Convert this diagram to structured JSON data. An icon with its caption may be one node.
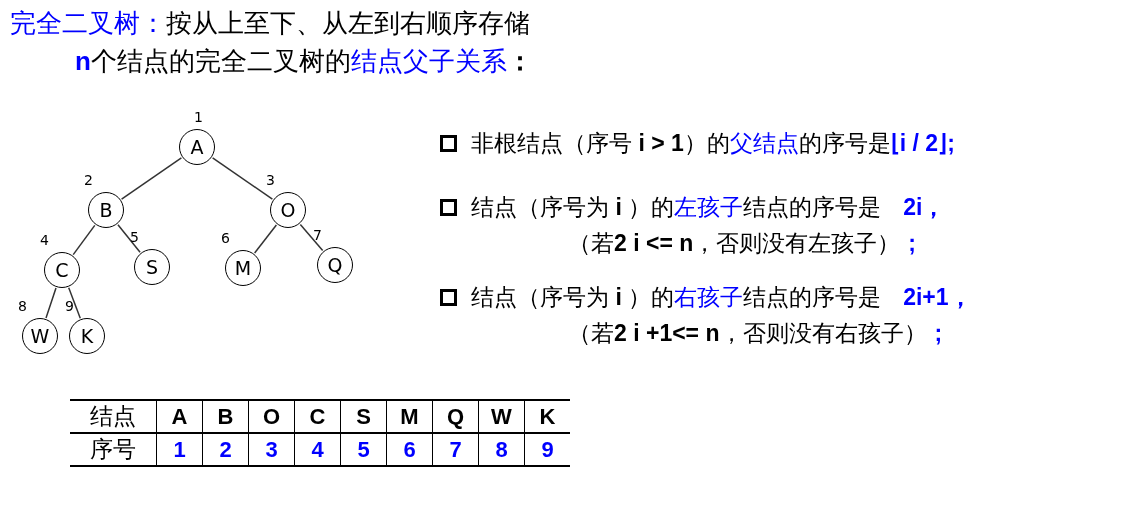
{
  "diagram": {
    "nodes": [
      {
        "text": [
          "A"
        ],
        "beside": [
          "1"
        ]
      },
      {
        "text": [
          "B"
        ],
        "beside": [
          "2"
        ]
      },
      {
        "text": [
          "O"
        ],
        "beside": [
          "3"
        ]
      },
      {
        "text": [
          "C"
        ],
        "beside": [
          "4"
        ]
      },
      {
        "text": [
          "S"
        ],
        "beside": [
          "5"
        ]
      },
      {
        "text": [
          "M"
        ],
        "beside": [
          "6"
        ]
      },
      {
        "text": [
          "Q"
        ],
        "beside": [
          "7"
        ]
      },
      {
        "text": [
          "W"
        ],
        "beside": [
          "8"
        ]
      },
      {
        "text": [
          "K"
        ],
        "beside": [
          "9"
        ]
      }
    ],
    "edges": [
      {
        "from": 0,
        "to": 1,
        "arrow": "none"
      },
      {
        "from": 0,
        "to": 2,
        "arrow": "none"
      },
      {
        "from": 1,
        "to": 3,
        "arrow": "none"
      },
      {
        "from": 1,
        "to": 4,
        "arrow": "none"
      },
      {
        "from": 2,
        "to": 5,
        "arrow": "none"
      },
      {
        "from": 2,
        "to": 6,
        "arrow": "none"
      },
      {
        "from": 3,
        "to": 7,
        "arrow": "none"
      },
      {
        "from": 3,
        "to": 8,
        "arrow": "none"
      }
    ],
    "labels": [
      "完全二叉树：",
      "按从上至下、从左到右顺序存储",
      "n",
      "个结点的完全二叉树的",
      "结点父子关系",
      "：",
      "非根结点（序号 **i > 1**）的",
      "父结点",
      "的序号是",
      "⌊i / 2⌋;",
      "结点（序号为 **i** ）的",
      "左孩子",
      "结点的序号是",
      "2i，",
      "（若**2 i <= n**，否则没有左孩子）",
      ";",
      "结点（序号为 **i** ）的",
      "右孩子",
      "结点的序号是",
      "2i+1，",
      "（若**2 i +1<= n**，否则没有右孩子）",
      ";",
      "结点",
      "A",
      "B",
      "O",
      "C",
      "S",
      "M",
      "Q",
      "W",
      "K",
      "序号",
      "1",
      "2",
      "3",
      "4",
      "5",
      "6",
      "7",
      "8",
      "9"
    ]
  }
}
